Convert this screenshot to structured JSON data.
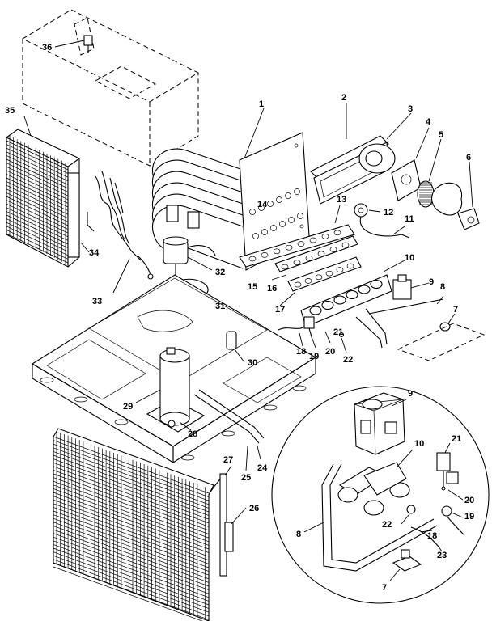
{
  "callouts": [
    {
      "id": "1",
      "text": "1"
    },
    {
      "id": "2",
      "text": "2"
    },
    {
      "id": "3",
      "text": "3"
    },
    {
      "id": "4",
      "text": "4"
    },
    {
      "id": "5",
      "text": "5"
    },
    {
      "id": "6",
      "text": "6"
    },
    {
      "id": "7a",
      "text": "7"
    },
    {
      "id": "8a",
      "text": "8"
    },
    {
      "id": "9a",
      "text": "9"
    },
    {
      "id": "10a",
      "text": "10"
    },
    {
      "id": "11",
      "text": "11"
    },
    {
      "id": "12",
      "text": "12"
    },
    {
      "id": "13",
      "text": "13"
    },
    {
      "id": "14",
      "text": "14"
    },
    {
      "id": "15",
      "text": "15"
    },
    {
      "id": "16",
      "text": "16"
    },
    {
      "id": "17",
      "text": "17"
    },
    {
      "id": "18a",
      "text": "18"
    },
    {
      "id": "19a",
      "text": "19"
    },
    {
      "id": "20a",
      "text": "20"
    },
    {
      "id": "21a",
      "text": "21"
    },
    {
      "id": "22a",
      "text": "22"
    },
    {
      "id": "24",
      "text": "24"
    },
    {
      "id": "25",
      "text": "25"
    },
    {
      "id": "26",
      "text": "26"
    },
    {
      "id": "27",
      "text": "27"
    },
    {
      "id": "28",
      "text": "28"
    },
    {
      "id": "29",
      "text": "29"
    },
    {
      "id": "30",
      "text": "30"
    },
    {
      "id": "31",
      "text": "31"
    },
    {
      "id": "32",
      "text": "32"
    },
    {
      "id": "33",
      "text": "33"
    },
    {
      "id": "34",
      "text": "34"
    },
    {
      "id": "35",
      "text": "35"
    },
    {
      "id": "36",
      "text": "36"
    },
    {
      "id": "9b",
      "text": "9"
    },
    {
      "id": "10b",
      "text": "10"
    },
    {
      "id": "21b",
      "text": "21"
    },
    {
      "id": "20b",
      "text": "20"
    },
    {
      "id": "19b",
      "text": "19"
    },
    {
      "id": "8b",
      "text": "8"
    },
    {
      "id": "22b",
      "text": "22"
    },
    {
      "id": "18b",
      "text": "18"
    },
    {
      "id": "23",
      "text": "23"
    },
    {
      "id": "7b",
      "text": "7"
    }
  ]
}
